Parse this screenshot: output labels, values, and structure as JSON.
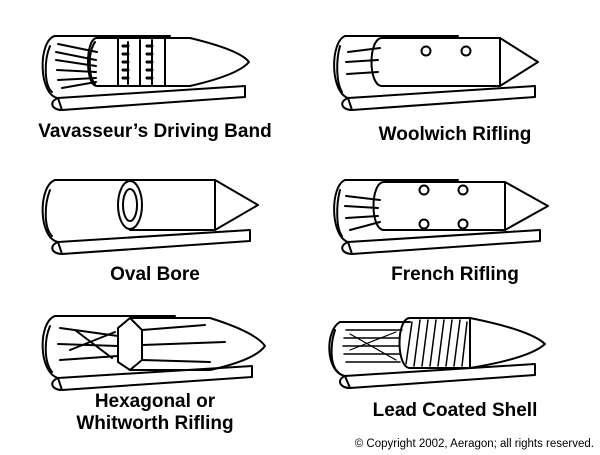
{
  "diagrams": [
    {
      "label_lines": [
        "Vavasseur’s Driving Band"
      ],
      "illustration": "driving-band-shell"
    },
    {
      "label_lines": [
        "Woolwich Rifling"
      ],
      "illustration": "studded-shell"
    },
    {
      "label_lines": [
        "Oval Bore"
      ],
      "illustration": "oval-bore-shell"
    },
    {
      "label_lines": [
        "French Rifling"
      ],
      "illustration": "studded-shell"
    },
    {
      "label_lines": [
        "Hexagonal or",
        "Whitworth Rifling"
      ],
      "illustration": "hexagonal-shell"
    },
    {
      "label_lines": [
        "Lead Coated Shell"
      ],
      "illustration": "lead-coated-shell"
    }
  ],
  "copyright": "© Copyright 2002, Aeragon; all rights reserved.",
  "colors": {
    "line": "#000000",
    "background": "#ffffff"
  }
}
